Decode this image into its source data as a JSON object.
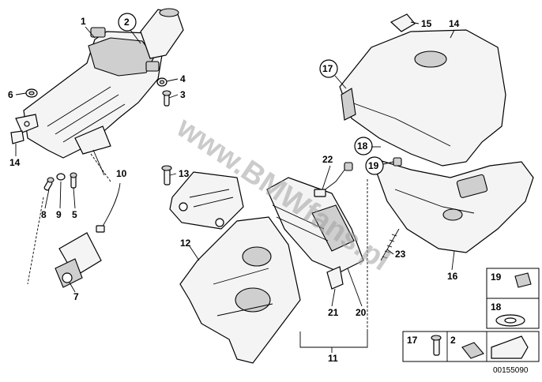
{
  "diagram": {
    "labels": [
      "1",
      "2",
      "3",
      "4",
      "5",
      "6",
      "7",
      "8",
      "9",
      "10",
      "11",
      "12",
      "13",
      "14",
      "14",
      "15",
      "16",
      "17",
      "18",
      "19",
      "20",
      "21",
      "22",
      "23"
    ],
    "circled_labels": [
      "2",
      "17",
      "18",
      "19"
    ],
    "watermark": "www.BMWfans.pl",
    "legend": {
      "items": [
        "19",
        "18",
        "17",
        "2"
      ]
    },
    "diagram_id": "00155090"
  }
}
